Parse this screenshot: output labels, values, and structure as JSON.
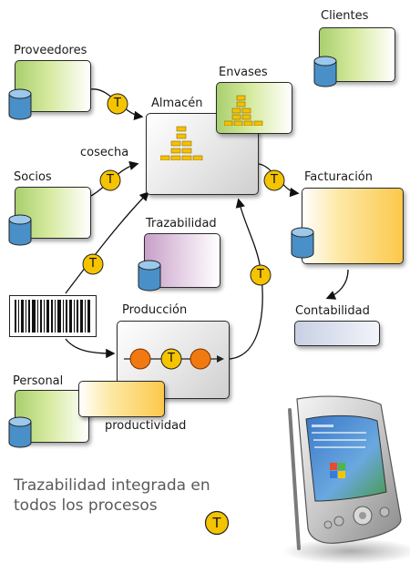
{
  "labels": {
    "clientes": "Clientes",
    "proveedores": "Proveedores",
    "envases": "Envases",
    "almacen": "Almacén",
    "cosecha": "cosecha",
    "socios": "Socios",
    "facturacion": "Facturación",
    "trazabilidad": "Trazabilidad",
    "produccion": "Producción",
    "contabilidad": "Contabilidad",
    "personal": "Personal",
    "productividad": "productividad"
  },
  "token_letter": "T",
  "caption": {
    "line1": "Trazabilidad integrada en",
    "line2": "todos los procesos"
  },
  "colors": {
    "token_fill": "#f5c400",
    "process_node": "#f07a10",
    "bar_blocks": "#f5c000",
    "db_blue": "#4a90c8"
  }
}
